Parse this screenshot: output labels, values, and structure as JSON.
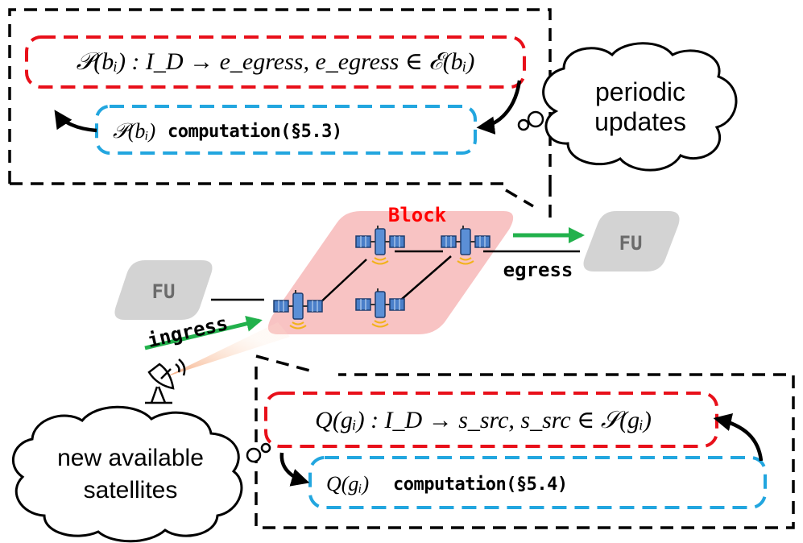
{
  "top_panel": {
    "forwarding_rule": "𝒫(bᵢ) : I_D → e_egress,  e_egress ∈ ℰ(bᵢ)",
    "computation_symbol": "𝒫(bᵢ)",
    "computation_text": "computation(§5.3)"
  },
  "cloud_top": {
    "line1": "periodic",
    "line2": "updates"
  },
  "block": {
    "label": "Block",
    "ingress_label": "ingress",
    "egress_label": "egress"
  },
  "fu_left": {
    "label": "FU"
  },
  "fu_right": {
    "label": "FU"
  },
  "bottom_panel": {
    "selection_rule": "Q(gᵢ) : I_D → s_src,  s_src ∈ 𝒮(gᵢ)",
    "computation_symbol": "Q(gᵢ)",
    "computation_text": "computation(§5.4)"
  },
  "cloud_bottom": {
    "line1": "new available",
    "line2": "satellites"
  },
  "colors": {
    "rule_box": "#e8101a",
    "computation_box": "#22a6df",
    "block_region": "#f8c3c3",
    "fu_shape": "#d3d3d3",
    "arrow_green": "#22b14c",
    "block_label": "#ff0000"
  }
}
